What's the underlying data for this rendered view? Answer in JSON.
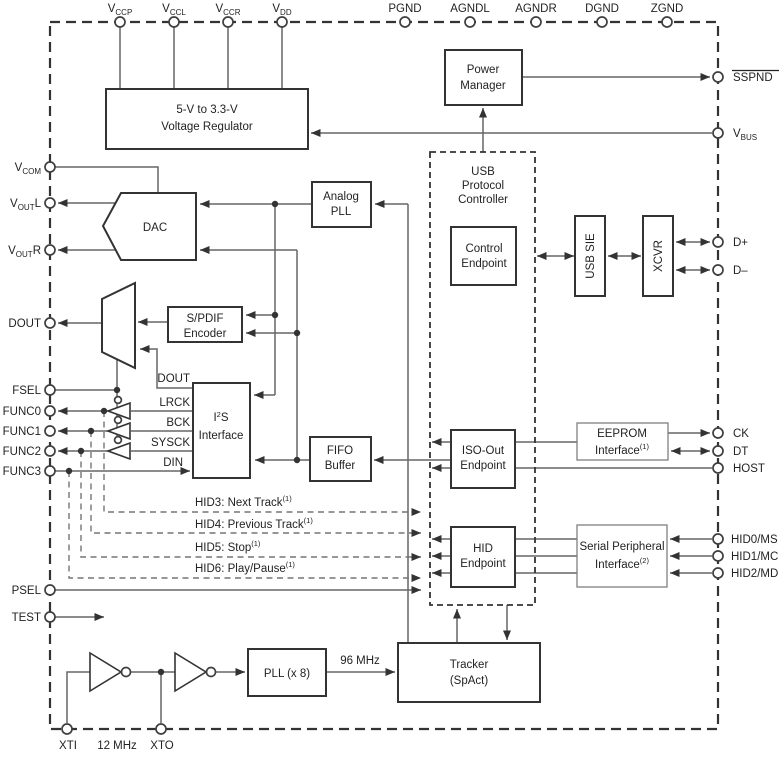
{
  "diagram_title": "USB audio controller functional block diagram",
  "colors": {
    "background": "#ffffff",
    "wire": "#666666",
    "box_border": "#333333",
    "text": "#232323"
  },
  "pins": {
    "top": [
      {
        "base": "V",
        "sub": "CCP"
      },
      {
        "base": "V",
        "sub": "CCL"
      },
      {
        "base": "V",
        "sub": "CCR"
      },
      {
        "base": "V",
        "sub": "DD"
      },
      {
        "base": "PGND"
      },
      {
        "base": "AGNDL"
      },
      {
        "base": "AGNDR"
      },
      {
        "base": "DGND"
      },
      {
        "base": "ZGND"
      }
    ],
    "left": [
      {
        "base": "V",
        "sub": "COM"
      },
      {
        "base": "V",
        "sub": "OUT",
        "post": "L"
      },
      {
        "base": "V",
        "sub": "OUT",
        "post": "R"
      },
      {
        "base": "DOUT"
      },
      {
        "base": "FSEL"
      },
      {
        "base": "FUNC0"
      },
      {
        "base": "FUNC1"
      },
      {
        "base": "FUNC2"
      },
      {
        "base": "FUNC3"
      },
      {
        "base": "PSEL"
      },
      {
        "base": "TEST"
      }
    ],
    "right": [
      {
        "base": "SSPND",
        "overline": true
      },
      {
        "base": "V",
        "sub": "BUS"
      },
      {
        "base": "D+"
      },
      {
        "base": "D–"
      },
      {
        "base": "CK"
      },
      {
        "base": "DT"
      },
      {
        "base": "HOST"
      },
      {
        "base": "HID0/MS"
      },
      {
        "base": "HID1/MC"
      },
      {
        "base": "HID2/MD"
      }
    ],
    "bottom": [
      {
        "base": "XTI"
      },
      {
        "base": "XTO"
      }
    ],
    "bottom_label": "12 MHz"
  },
  "blocks": {
    "regulator": {
      "line1": "5-V to 3.3-V",
      "line2": "Voltage Regulator"
    },
    "power_manager": {
      "line1": "Power",
      "line2": "Manager"
    },
    "usb_protocol_controller": {
      "line1": "USB",
      "line2": "Protocol",
      "line3": "Controller"
    },
    "control_endpoint": {
      "line1": "Control",
      "line2": "Endpoint"
    },
    "iso_out_endpoint": {
      "line1": "ISO-Out",
      "line2": "Endpoint"
    },
    "hid_endpoint": {
      "line1": "HID",
      "line2": "Endpoint"
    },
    "usb_sie": "USB SIE",
    "xcvr": "XCVR",
    "dac": "DAC",
    "analog_pll": {
      "line1": "Analog",
      "line2": "PLL"
    },
    "spdif_encoder": {
      "line1": "S/PDIF",
      "line2": "Encoder"
    },
    "i2s_interface": {
      "pre": "I",
      "sup": "2",
      "post": "S",
      "line2": "Interface"
    },
    "fifo_buffer": {
      "line1": "FIFO",
      "line2": "Buffer"
    },
    "eeprom_interface": {
      "line1": "EEPROM",
      "line2": "Interface",
      "sup": "(1)"
    },
    "serial_peripheral_interface": {
      "line1": "Serial Peripheral",
      "line2": "Interface",
      "sup": "(2)"
    },
    "pll_x8": "PLL (x 8)",
    "tracker": {
      "line1": "Tracker",
      "line2": "(SpAct)"
    }
  },
  "signals": {
    "dout": "DOUT",
    "lrck": "LRCK",
    "bck": "BCK",
    "sysck": "SYSCK",
    "din": "DIN",
    "mhz96": "96 MHz",
    "hid3": {
      "label": "HID3: Next Track",
      "sup": "(1)"
    },
    "hid4": {
      "label": "HID4: Previous Track",
      "sup": "(1)"
    },
    "hid5": {
      "label": "HID5: Stop",
      "sup": "(1)"
    },
    "hid6": {
      "label": "HID6: Play/Pause",
      "sup": "(1)"
    }
  }
}
